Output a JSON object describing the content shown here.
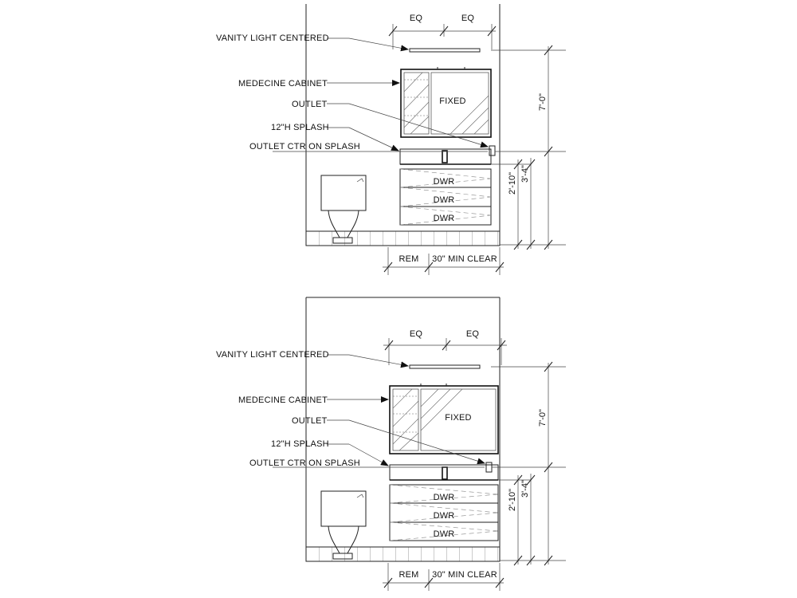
{
  "elevations": [
    {
      "labels": {
        "vanity_light": "VANITY LIGHT CENTERED",
        "medicine_cabinet": "MEDECINE CABINET",
        "outlet": "OUTLET",
        "splash": "12\"H SPLASH",
        "outlet_ctr": "OUTLET CTR ON SPLASH"
      },
      "dims": {
        "eq_left": "EQ",
        "eq_right": "EQ",
        "height_total": "7'-0\"",
        "height_counter": "2'-10\"",
        "height_splash_top": "3'-4\"",
        "rem": "REM",
        "clear": "30\" MIN CLEAR"
      },
      "cabinet": {
        "fixed_label": "FIXED"
      },
      "drawers": [
        "DWR",
        "DWR",
        "DWR"
      ]
    },
    {
      "labels": {
        "vanity_light": "VANITY LIGHT CENTERED",
        "medicine_cabinet": "MEDECINE CABINET",
        "outlet": "OUTLET",
        "splash": "12\"H SPLASH",
        "outlet_ctr": "OUTLET CTR ON SPLASH"
      },
      "dims": {
        "eq_left": "EQ",
        "eq_right": "EQ",
        "height_total": "7'-0\"",
        "height_counter": "2'-10\"",
        "height_splash_top": "3'-4\"",
        "rem": "REM",
        "clear": "30\" MIN CLEAR"
      },
      "cabinet": {
        "fixed_label": "FIXED"
      },
      "drawers": [
        "DWR",
        "DWR",
        "DWR"
      ]
    }
  ]
}
